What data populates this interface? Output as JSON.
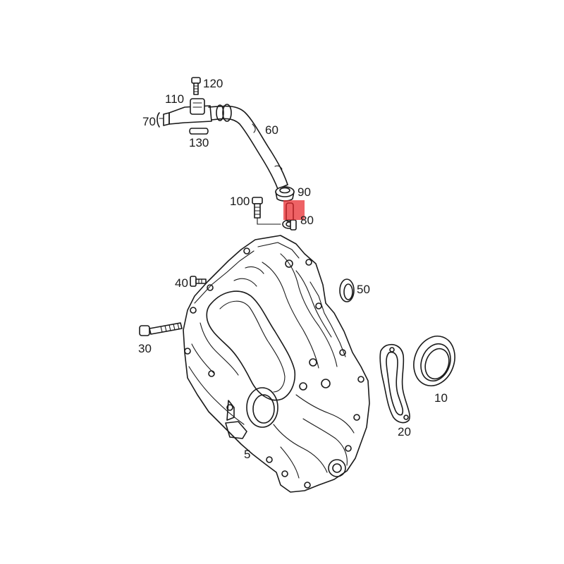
{
  "diagram": {
    "callouts": [
      {
        "id": "p120",
        "text": "120"
      },
      {
        "id": "p110",
        "text": "110"
      },
      {
        "id": "p70",
        "text": "70"
      },
      {
        "id": "p130",
        "text": "130"
      },
      {
        "id": "p60",
        "text": "60"
      },
      {
        "id": "p90",
        "text": "90"
      },
      {
        "id": "p100",
        "text": "100"
      },
      {
        "id": "p80",
        "text": "80"
      },
      {
        "id": "p40",
        "text": "40"
      },
      {
        "id": "p50",
        "text": "50"
      },
      {
        "id": "p30",
        "text": "30"
      },
      {
        "id": "p10",
        "text": "10"
      },
      {
        "id": "p20",
        "text": "20"
      },
      {
        "id": "p5",
        "text": "5"
      }
    ],
    "highlight_color": "#e8262a",
    "highlighted_part": "80"
  }
}
